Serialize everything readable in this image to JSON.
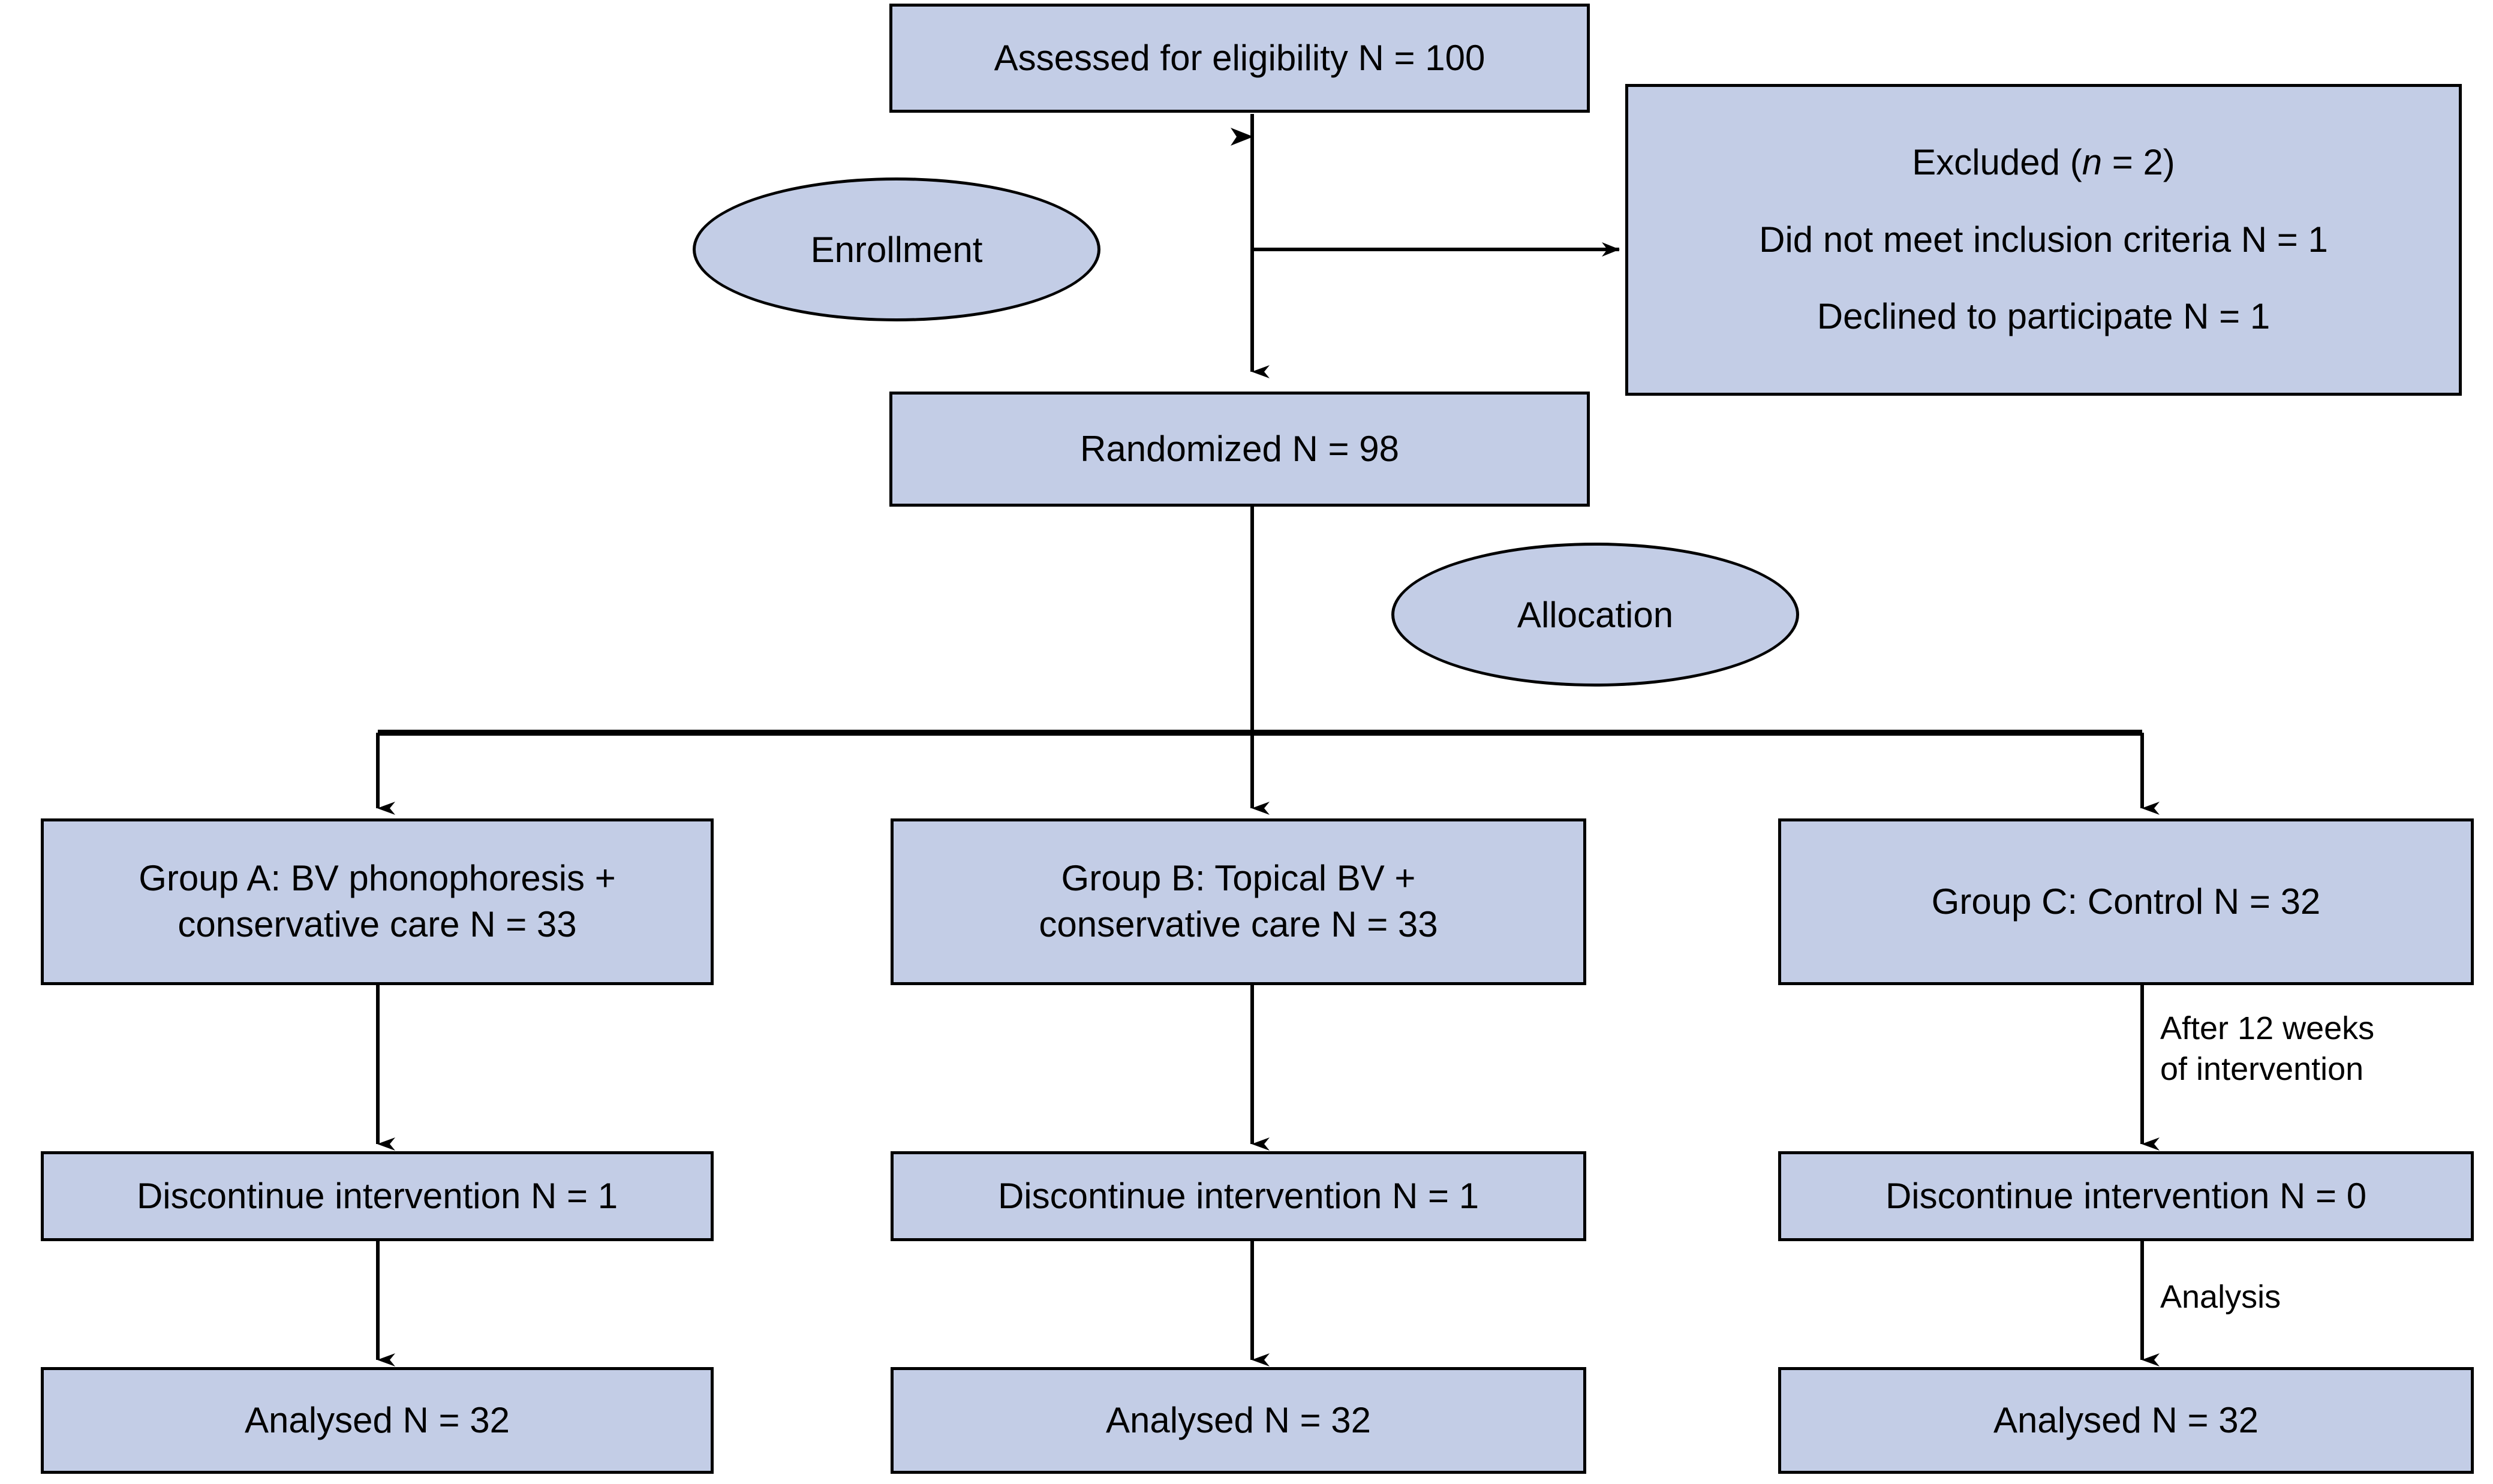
{
  "diagram": {
    "title": "CONSORT participant flow diagram",
    "fill_color": "#c3cde6",
    "stroke_color": "#000000",
    "background": "#ffffff"
  },
  "nodes": {
    "assessed": "Assessed for eligibility N = 100",
    "randomized": "Randomized N = 98",
    "excluded": {
      "heading_prefix": "Excluded (",
      "heading_italic": "n",
      "heading_suffix": " = 2)",
      "reason_1": "Did not meet inclusion criteria N = 1",
      "reason_2": "Declined to participate N = 1"
    },
    "group_a": {
      "line_1": "Group A: BV phonophoresis +",
      "line_2": "conservative care N = 33"
    },
    "group_b": {
      "line_1": "Group B: Topical BV +",
      "line_2": "conservative care N = 33"
    },
    "group_c": "Group C: Control N = 32",
    "discontinue_a": "Discontinue intervention N = 1",
    "discontinue_b": "Discontinue intervention N = 1",
    "discontinue_c": "Discontinue intervention N = 0",
    "analysed_a": "Analysed N = 32",
    "analysed_b": "Analysed N = 32",
    "analysed_c": "Analysed N = 32"
  },
  "stages": {
    "enrollment": "Enrollment",
    "allocation": "Allocation"
  },
  "annotations": {
    "after_weeks": "After 12 weeks\nof intervention",
    "analysis": "Analysis"
  }
}
